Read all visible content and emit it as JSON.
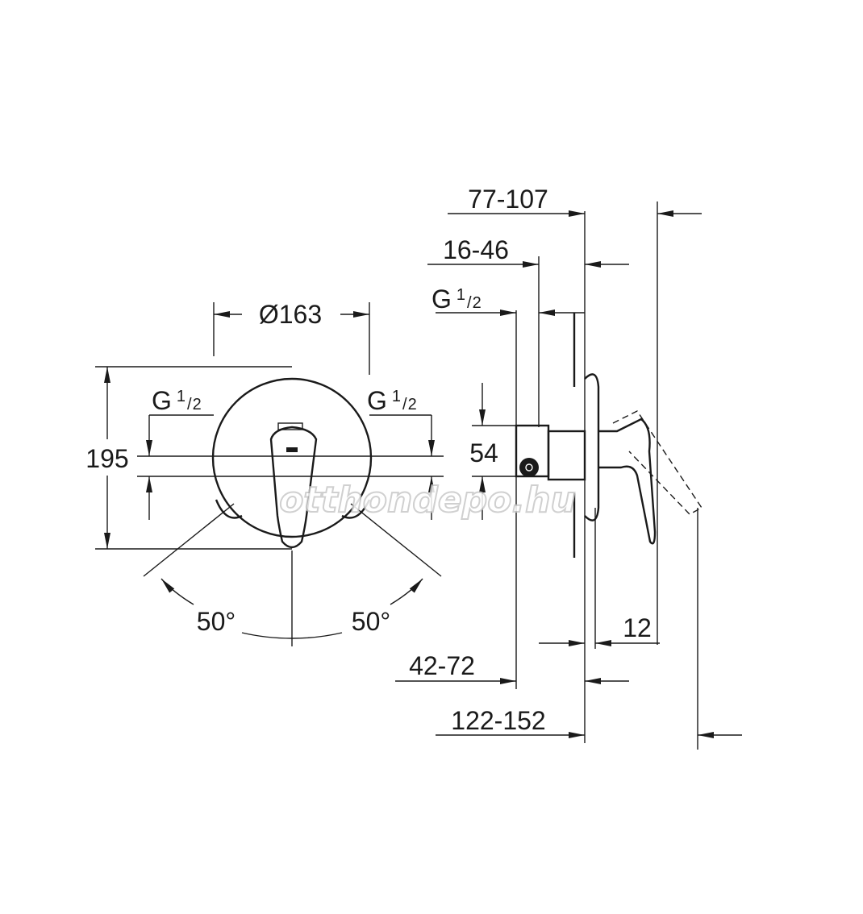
{
  "front_view": {
    "diameter": "Ø163",
    "height": "195",
    "inlet_left": {
      "g": "G",
      "frac_num": "1",
      "frac_den": "2"
    },
    "inlet_right": {
      "g": "G",
      "frac_num": "1",
      "frac_den": "2"
    },
    "angle_left": "50°",
    "angle_right": "50°"
  },
  "side_view": {
    "dim_77_107": "77-107",
    "dim_16_46": "16-46",
    "inlet": {
      "g": "G",
      "frac_num": "1",
      "frac_den": "2"
    },
    "dim_54": "54",
    "dim_12": "12",
    "dim_42_72": "42-72",
    "dim_122_152": "122-152"
  },
  "watermark": "otthondepo.hu"
}
